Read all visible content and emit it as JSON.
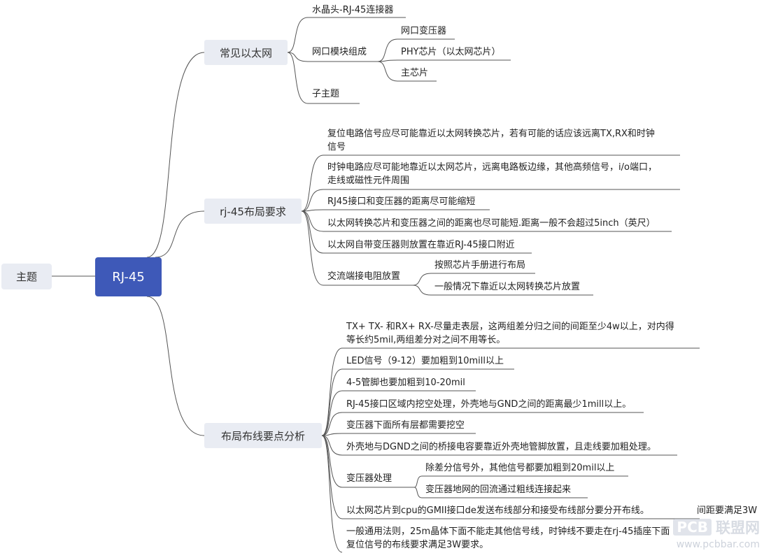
{
  "root": "主题",
  "center": "RJ-45",
  "branches": [
    {
      "label": "常见以太网",
      "children": [
        {
          "label": "水晶头-RJ-45连接器"
        },
        {
          "label": "网口模块组成",
          "children": [
            "网口变压器",
            "PHY芯片（以太网芯片）",
            "主芯片"
          ]
        },
        {
          "label": "子主题"
        }
      ]
    },
    {
      "label": "rj-45布局要求",
      "children": [
        {
          "lines": [
            "复位电路信号应尽可能靠近以太网转换芯片，若有可能的话应该远离TX,RX和时钟",
            "信号"
          ]
        },
        {
          "lines": [
            "时钟电路应尽可能地靠近以太网芯片，远离电路板边缘，其他高频信号，i/o端口，",
            "走线或磁性元件周围"
          ]
        },
        {
          "lines": [
            "RJ45接口和变压器的距离尽可能缩短"
          ]
        },
        {
          "lines": [
            "以太网转换芯片和变压器之间的距离也尽可能短.距离一般不会超过5inch（英尺）"
          ]
        },
        {
          "lines": [
            "以太网自带变压器则放置在靠近RJ-45接口附近"
          ]
        },
        {
          "label": "交流端接电阻放置",
          "children": [
            "按照芯片手册进行布局",
            "一般情况下靠近以太网转换芯片放置"
          ]
        }
      ]
    },
    {
      "label": "布局布线要点分析",
      "children": [
        {
          "lines": [
            "TX+ TX- 和RX+ RX-尽量走表层，这两组差分归之间的间距至少4w以上，对内得",
            "等长约5mil,两组差分对之间不用等长。"
          ]
        },
        {
          "lines": [
            "LED信号（9-12）要加粗到10mill以上"
          ]
        },
        {
          "lines": [
            "4-5管脚也要加粗到10-20mil"
          ]
        },
        {
          "lines": [
            "RJ-45接口区域内挖空处理，外壳地与GND之间的距离最少1mill以上。"
          ]
        },
        {
          "lines": [
            "变压器下面所有层都需要挖空"
          ]
        },
        {
          "lines": [
            "外壳地与DGND之间的桥接电容要靠近外壳地管脚放置，且走线要加粗处理。"
          ]
        },
        {
          "label": "变压器处理",
          "children": [
            "除差分信号外，其他信号都要加粗到20mil以上",
            "变压器地网的回流通过粗线连接起来"
          ]
        },
        {
          "lines": [
            "以太网芯片到cpu的GMII接口de发送布线部分和接受布线部分要分开布线。"
          ],
          "tail": "间距要满足3W"
        },
        {
          "lines": [
            "一般通用法则，25m晶体下面不能走其他信号线，时钟线不要走在rj-45插座下面",
            "复位信号的布线要求满足3W要求。"
          ]
        }
      ]
    }
  ],
  "watermark": {
    "badge": "PCB",
    "text": "联盟网",
    "url": "www.pcbbar.com"
  },
  "colors": {
    "center": "#3e59b8",
    "node_bg": "#e9ecf3",
    "line": "#555555"
  }
}
